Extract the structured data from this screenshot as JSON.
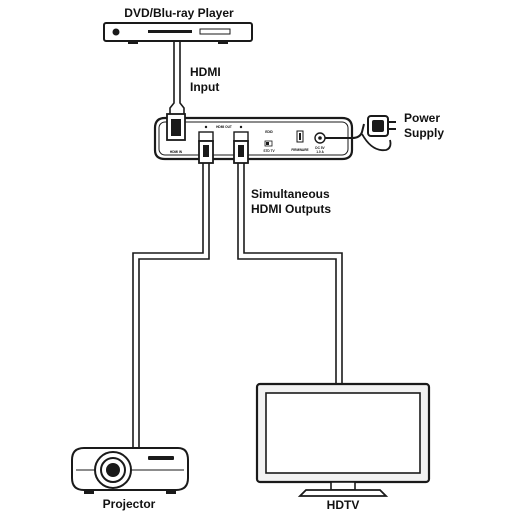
{
  "labels": {
    "source": "DVD/Blu-ray Player",
    "hdmi_input_line1": "HDMI",
    "hdmi_input_line2": "Input",
    "power_line1": "Power",
    "power_line2": "Supply",
    "outputs_line1": "Simultaneous",
    "outputs_line2": "HDMI Outputs",
    "projector": "Projector",
    "hdtv": "HDTV"
  },
  "panel": {
    "hdmi_in": "HDMI IN",
    "hdmi_out": "HDMI OUT",
    "edid": "EDID",
    "edid_sub": "STD  TV",
    "firmware": "FIRMWARE",
    "dc": "DC 5V",
    "dc_sub": "1.0 A"
  },
  "colors": {
    "line": "#1a1a1a",
    "device_fill": "#ffffff",
    "tv_bezel": "#f2f2f2"
  },
  "icons": {
    "player": "dvd-player-icon",
    "splitter": "hdmi-splitter-icon",
    "adapter": "power-adapter-icon",
    "projector": "projector-icon",
    "tv": "tv-icon"
  }
}
